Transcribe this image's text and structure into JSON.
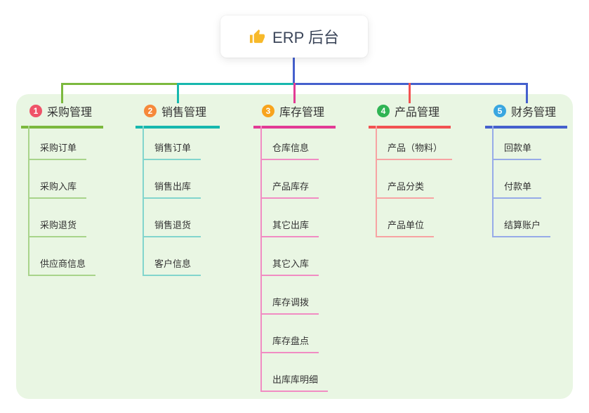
{
  "root": {
    "title": "ERP 后台",
    "icon": "thumbs-up-icon"
  },
  "colors": {
    "canvas_bg": "#ffffff",
    "panel_bg": "#e9f6e3",
    "root_card_bg": "#ffffff",
    "root_text": "#3b4559",
    "node_text": "#333333",
    "root_connector": "#4560cd",
    "thumb_icon": "#f7b92a"
  },
  "branches": [
    {
      "number": "1",
      "title": "采购管理",
      "badge_color": "#ef5368",
      "line_color": "#7cb93e",
      "child_line_color": "#a8d48a",
      "children": [
        "采购订单",
        "采购入库",
        "采购退货",
        "供应商信息"
      ]
    },
    {
      "number": "2",
      "title": "销售管理",
      "badge_color": "#f6893b",
      "line_color": "#17b8ae",
      "child_line_color": "#82d5cd",
      "children": [
        "销售订单",
        "销售出库",
        "销售退货",
        "客户信息"
      ]
    },
    {
      "number": "3",
      "title": "库存管理",
      "badge_color": "#f8a41d",
      "line_color": "#e23b95",
      "child_line_color": "#f18cc3",
      "children": [
        "仓库信息",
        "产品库存",
        "其它出库",
        "其它入库",
        "库存调拨",
        "库存盘点",
        "出库库明细"
      ]
    },
    {
      "number": "4",
      "title": "产品管理",
      "badge_color": "#2fb454",
      "line_color": "#f25252",
      "child_line_color": "#f7a3a3",
      "children": [
        "产品（物料）",
        "产品分类",
        "产品单位"
      ]
    },
    {
      "number": "5",
      "title": "财务管理",
      "badge_color": "#39a6e0",
      "line_color": "#4560cd",
      "child_line_color": "#97abe8",
      "children": [
        "回款单",
        "付款单",
        "结算账户"
      ]
    }
  ]
}
